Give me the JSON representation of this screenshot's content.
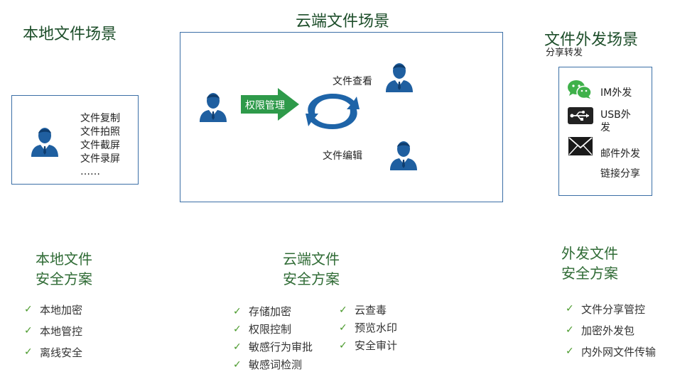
{
  "scenes": {
    "local": {
      "title": "本地文件场景",
      "actions": [
        "文件复制",
        "文件拍照",
        "文件截屏",
        "文件录屏",
        "……"
      ]
    },
    "cloud": {
      "title": "云端文件场景",
      "permission_label": "权限管理",
      "view_label": "文件查看",
      "edit_label": "文件编辑"
    },
    "external": {
      "title": "文件外发场景",
      "subtitle": "分享转发",
      "channels": {
        "im": "IM外发",
        "usb": "USB外发",
        "mail": "邮件外发",
        "link": "链接分享"
      }
    }
  },
  "solutions": {
    "local": {
      "title_line1": "本地文件",
      "title_line2": "安全方案",
      "items": [
        "本地加密",
        "本地管控",
        "离线安全"
      ]
    },
    "cloud": {
      "title_line1": "云端文件",
      "title_line2": "安全方案",
      "items_col1": [
        "存储加密",
        "权限控制",
        "敏感行为审批",
        "敏感词检测"
      ],
      "items_col2": [
        "云查毒",
        "预览水印",
        "安全审计"
      ]
    },
    "external": {
      "title_line1": "外发文件",
      "title_line2": "安全方案",
      "items": [
        "文件分享管控",
        "加密外发包",
        "内外网文件传输"
      ]
    }
  },
  "colors": {
    "box_border": "#3b6fa6",
    "person_blue": "#1f5fa0",
    "arrow_green": "#2e9a4a",
    "cycle_blue": "#1e64a8",
    "check_green": "#4a9a2c",
    "title_green": "#2f6b35"
  },
  "icons": [
    "person-icon",
    "wechat-icon",
    "usb-icon",
    "mail-icon",
    "check-icon",
    "sync-cycle-icon"
  ]
}
